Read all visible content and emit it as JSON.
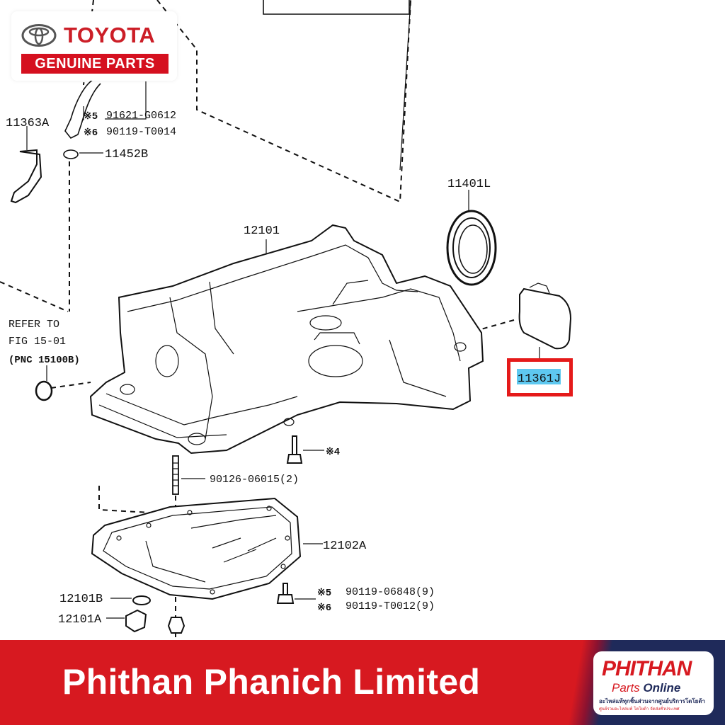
{
  "brand": {
    "logo_word": "TOYOTA",
    "logo_tagline": "GENUINE PARTS",
    "accent_color": "#d5101f",
    "emblem_icon": "toyota-emblem-icon"
  },
  "diagram": {
    "labels": {
      "p11363a": "11363A",
      "p91621": "91621-G0612",
      "p90119_t0014": "90119-T0014",
      "mark5_top": "※5",
      "mark6_top": "※6",
      "p11452b": "11452B",
      "p11401l": "11401L",
      "p12101": "12101",
      "refer1": "REFER TO",
      "refer2": "FIG 15-01",
      "refer3": "(PNC 15100B)",
      "p11361j": "11361J",
      "mark4": "※4",
      "p90126": "90126-06015(2)",
      "p12102a": "12102A",
      "p12101b": "12101B",
      "p12101a": "12101A",
      "mark5_bottom": "※5",
      "mark6_bottom": "※6",
      "p90119_06848": "90119-06848(9)",
      "p90119_t0012": "90119-T0012(9)"
    },
    "highlighted_part": "11361J",
    "highlight_color": "#e51a1a",
    "highlight_text_bg": "#5ec8f0"
  },
  "footer": {
    "company": "Phithan Phanich Limited",
    "badge_brand": "PHITHAN",
    "badge_parts": "Parts",
    "badge_online": "Online",
    "badge_line1": "อะไหล่แท้ทุกชิ้นส่วนจากศูนย์บริการโตโยต้า",
    "badge_line2": "ศูนย์รวมอะไหล่แท้ โตโยต้า จัดส่งทั่วประเทศ",
    "bg_color": "#d71920",
    "dark_color": "#1f2a5a"
  }
}
